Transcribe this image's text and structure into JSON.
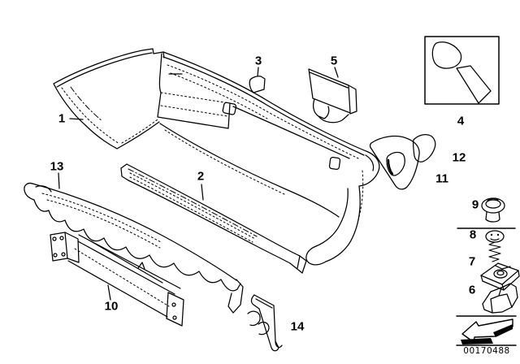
{
  "colors": {
    "background": "#ffffff",
    "line": "#000000"
  },
  "labels": {
    "l1": "1",
    "l2": "2",
    "l3": "3",
    "l4": "4",
    "l5": "5",
    "l6": "6",
    "l7": "7",
    "l8": "8",
    "l9": "9",
    "l10": "10",
    "l11": "11",
    "l12": "12",
    "l13": "13",
    "l14": "14"
  },
  "icon_names": {
    "fasteners": [
      "expanding-rivet-icon",
      "screw-icon",
      "body-nut-icon",
      "clip-icon"
    ],
    "navigation": "back-arrow-icon"
  },
  "footer": {
    "image_number": "00170488"
  }
}
